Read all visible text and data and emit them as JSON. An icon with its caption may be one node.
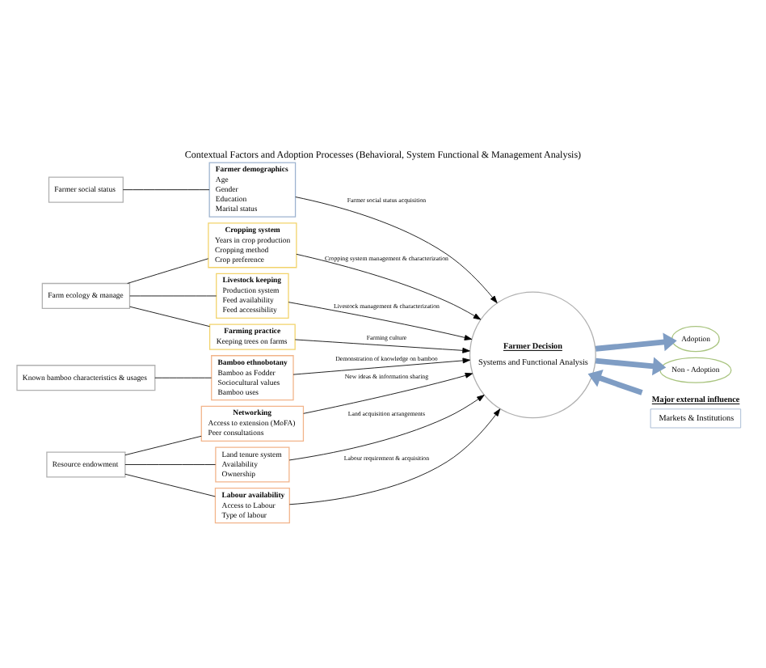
{
  "diagram": {
    "title": "Contextual Factors and Adoption Processes (Behavioral, System Functional & Management Analysis)",
    "nodes": [
      {
        "text": [
          "Farmer social status"
        ]
      },
      {
        "text": [
          "Farmer demographics",
          "Age",
          "Gender",
          "Education",
          "Marital status"
        ]
      },
      {
        "text": [
          "Farm ecology & manage"
        ]
      },
      {
        "text": [
          "Cropping system",
          "Years in crop production",
          "Cropping method",
          "Crop preference"
        ]
      },
      {
        "text": [
          "Livestock keeping",
          "Production system",
          "Feed availability",
          "Feed accessibility"
        ]
      },
      {
        "text": [
          "Farming practice",
          "Keeping trees on farms"
        ]
      },
      {
        "text": [
          "Known bamboo characteristics & usages"
        ]
      },
      {
        "text": [
          "Bamboo ethnobotany",
          "Bamboo as Fodder",
          "Sociocultural values",
          "Bamboo uses"
        ]
      },
      {
        "text": [
          "Resource endowment"
        ]
      },
      {
        "text": [
          "Networking",
          "Access to extension (MoFA)",
          "Peer consultations"
        ]
      },
      {
        "text": [
          "Land tenure system",
          "Availability",
          "Ownership"
        ]
      },
      {
        "text": [
          "Labour availability",
          "Access to Labour",
          "Type of labour"
        ]
      },
      {
        "text": [
          "Farmer Decision",
          "Systems and Functional Analysis"
        ]
      },
      {
        "text": [
          "Adoption"
        ]
      },
      {
        "text": [
          "Non - Adoption"
        ]
      },
      {
        "text": [
          "Major external influence",
          "Markets & Institutions"
        ]
      }
    ],
    "edges": [
      {
        "from": 0,
        "to": 1,
        "arrow": "none"
      },
      {
        "from": 2,
        "to": 3,
        "arrow": "none"
      },
      {
        "from": 2,
        "to": 4,
        "arrow": "none"
      },
      {
        "from": 2,
        "to": 5,
        "arrow": "none"
      },
      {
        "from": 6,
        "to": 7,
        "arrow": "none"
      },
      {
        "from": 8,
        "to": 9,
        "arrow": "none"
      },
      {
        "from": 8,
        "to": 10,
        "arrow": "none"
      },
      {
        "from": 8,
        "to": 11,
        "arrow": "none"
      },
      {
        "from": 1,
        "to": 12,
        "arrow": "to",
        "label": "Farmer social status acquisition"
      },
      {
        "from": 3,
        "to": 12,
        "arrow": "to",
        "label": "Cropping system management & characterization"
      },
      {
        "from": 4,
        "to": 12,
        "arrow": "to",
        "label": "Livestock management & characterization"
      },
      {
        "from": 5,
        "to": 12,
        "arrow": "to",
        "label": "Farming culture"
      },
      {
        "from": 7,
        "to": 12,
        "arrow": "to",
        "label": "Demonstration of knowledge on bamboo"
      },
      {
        "from": 9,
        "to": 12,
        "arrow": "to",
        "label": "New ideas & information sharing"
      },
      {
        "from": 10,
        "to": 12,
        "arrow": "to",
        "label": "Land acquisition arrangements"
      },
      {
        "from": 11,
        "to": 12,
        "arrow": "to",
        "label": "Labour requirement & acquisition"
      },
      {
        "from": 12,
        "to": 13,
        "arrow": "to",
        "style": "thick",
        "color": "#7f9dc4"
      },
      {
        "from": 12,
        "to": 14,
        "arrow": "to",
        "style": "thick",
        "color": "#7f9dc4"
      },
      {
        "from": 15,
        "to": 12,
        "arrow": "to",
        "style": "thick",
        "color": "#7f9dc4"
      }
    ]
  }
}
